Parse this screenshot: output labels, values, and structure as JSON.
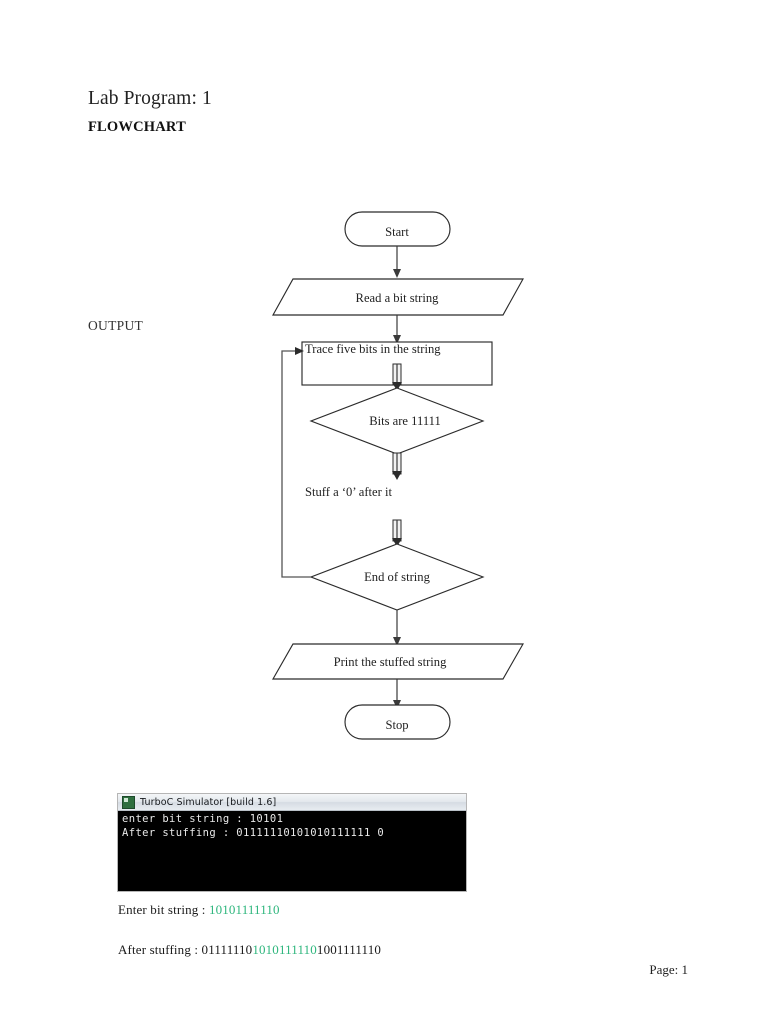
{
  "document": {
    "title": "Lab Program: 1",
    "subtitle": "FLOWCHART",
    "output_label": "OUTPUT",
    "footer": "Page: 1"
  },
  "flowchart": {
    "nodes": [
      {
        "id": "start",
        "type": "terminator",
        "label": "Start"
      },
      {
        "id": "read",
        "type": "io",
        "label": "Read a bit string"
      },
      {
        "id": "trace",
        "type": "process",
        "label": "Trace five bits in the string"
      },
      {
        "id": "bits",
        "type": "decision",
        "label": "Bits are 11111"
      },
      {
        "id": "stuff",
        "type": "annotation",
        "label": "Stuff a ‘0’ after it"
      },
      {
        "id": "endstr",
        "type": "decision",
        "label": "End of string"
      },
      {
        "id": "print",
        "type": "io",
        "label": "Print the stuffed string"
      },
      {
        "id": "stop",
        "type": "terminator",
        "label": "Stop"
      }
    ],
    "edges": [
      {
        "from": "start",
        "to": "read"
      },
      {
        "from": "read",
        "to": "trace"
      },
      {
        "from": "trace",
        "to": "bits"
      },
      {
        "from": "bits",
        "to": "stuff"
      },
      {
        "from": "stuff",
        "to": "endstr"
      },
      {
        "from": "endstr",
        "to": "trace",
        "kind": "loop-back"
      },
      {
        "from": "endstr",
        "to": "print"
      },
      {
        "from": "print",
        "to": "stop"
      }
    ]
  },
  "console": {
    "window_title": "TurboC Simulator [build 1.6]",
    "icon": "app-icon",
    "lines": [
      "enter bit string : 10101",
      "After stuffing : 01111110101010111111 0"
    ]
  },
  "results": {
    "enter_label": "Enter bit string : ",
    "enter_value": "10101111110",
    "stuffing_label": "After stuffing : ",
    "stuffing_prefix": "01111110",
    "stuffing_highlight": "1010111110",
    "stuffing_suffix": "1001111110",
    "highlight_color": "#2eb67d"
  }
}
